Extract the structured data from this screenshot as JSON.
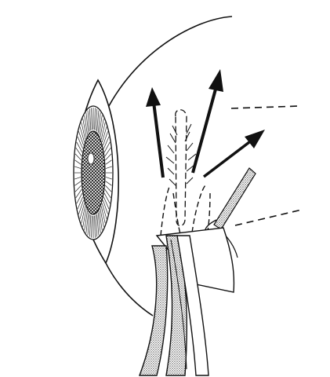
{
  "figure": {
    "kind": "surgical-illustration",
    "labels": [],
    "colors": {
      "ink": "#111111",
      "paper": "#ffffff",
      "stipple": "#8a8a8a"
    },
    "arrow_count": 3,
    "dashed_guide_count": 2,
    "icons": [
      "eyeball",
      "iris",
      "pupil",
      "arrow",
      "forceps",
      "lid-hook"
    ]
  }
}
